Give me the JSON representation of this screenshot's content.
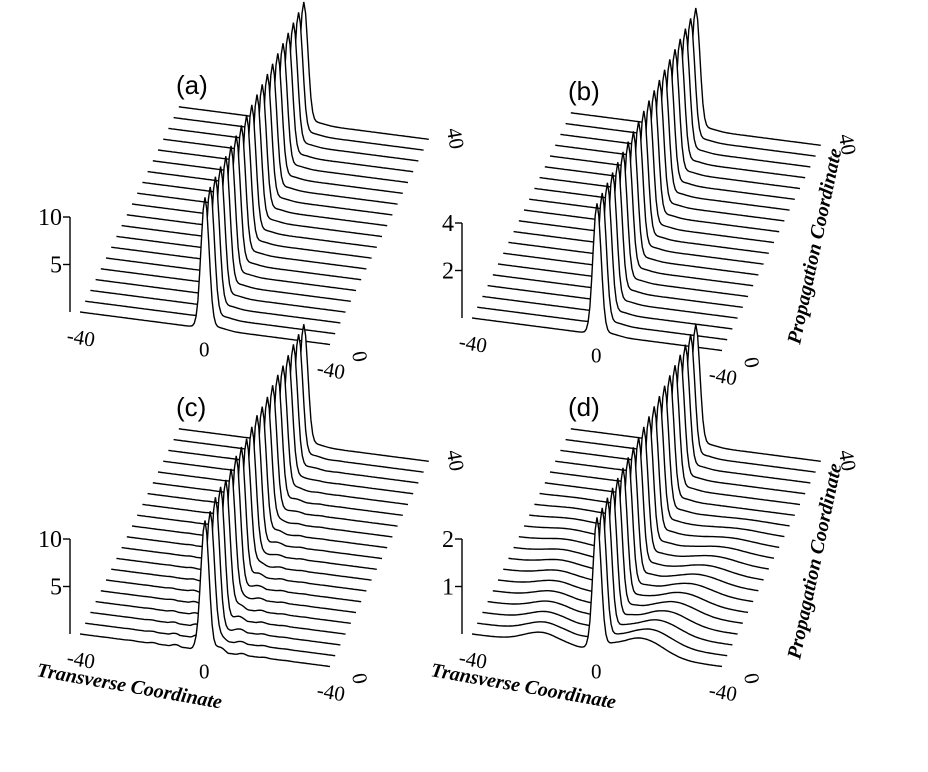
{
  "figure": {
    "xlabel": "Transverse Coordinate",
    "ylabel_depth": "Propagation Coordinate"
  },
  "chart_data": [
    {
      "panel": "(a)",
      "type": "area",
      "x_ticks": [
        "-40",
        "0",
        "-40"
      ],
      "z_ticks": [
        "0",
        "40"
      ],
      "y_ticks": [
        "5",
        "10"
      ],
      "ylim": [
        0,
        10
      ],
      "profiles": 20,
      "peak_height": 10.0,
      "noise": 0.0,
      "side_lobes": false
    },
    {
      "panel": "(b)",
      "type": "area",
      "x_ticks": [
        "-40",
        "0",
        "-40"
      ],
      "z_ticks": [
        "0",
        "40"
      ],
      "y_ticks": [
        "2",
        "4"
      ],
      "ylim": [
        0,
        4
      ],
      "profiles": 20,
      "peak_height": 4.0,
      "noise": 0.0,
      "side_lobes": false
    },
    {
      "panel": "(c)",
      "type": "area",
      "x_ticks": [
        "-40",
        "0",
        "-40"
      ],
      "z_ticks": [
        "0",
        "40"
      ],
      "y_ticks": [
        "5",
        "10"
      ],
      "ylim": [
        0,
        10
      ],
      "profiles": 20,
      "peak_height": 10.0,
      "noise": 0.6,
      "side_lobes": false
    },
    {
      "panel": "(d)",
      "type": "area",
      "x_ticks": [
        "-40",
        "0",
        "-40"
      ],
      "z_ticks": [
        "0",
        "40"
      ],
      "y_ticks": [
        "1",
        "2"
      ],
      "ylim": [
        0,
        2
      ],
      "profiles": 20,
      "peak_height": 2.0,
      "noise": 0.05,
      "side_lobes": true
    }
  ]
}
